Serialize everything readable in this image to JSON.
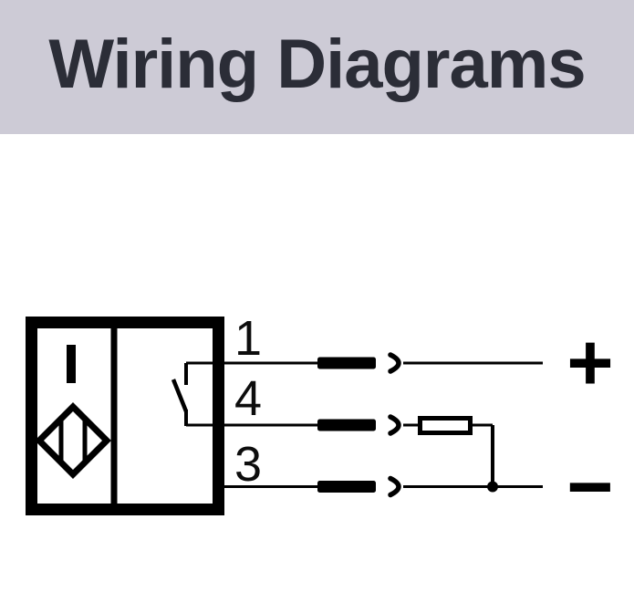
{
  "header": {
    "title": "Wiring Diagrams"
  },
  "theme": {
    "banner_bg": "#cdcbd6",
    "title_color": "#2b2d37",
    "line_color": "#000000"
  },
  "wiring": {
    "pins": [
      {
        "label": "1"
      },
      {
        "label": "4"
      },
      {
        "label": "3"
      }
    ],
    "positive_label": "+",
    "negative_label": "−"
  }
}
